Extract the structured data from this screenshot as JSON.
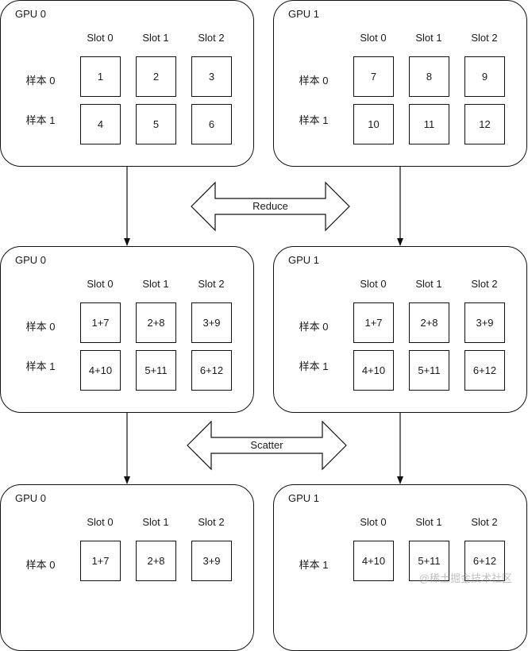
{
  "stages": [
    {
      "operation": "Reduce",
      "panels": [
        {
          "gpu": "GPU 0",
          "slots": [
            "Slot 0",
            "Slot 1",
            "Slot 2"
          ],
          "rows": [
            {
              "label": "样本 0",
              "cells": [
                "1",
                "2",
                "3"
              ]
            },
            {
              "label": "样本 1",
              "cells": [
                "4",
                "5",
                "6"
              ]
            }
          ]
        },
        {
          "gpu": "GPU 1",
          "slots": [
            "Slot 0",
            "Slot 1",
            "Slot 2"
          ],
          "rows": [
            {
              "label": "样本 0",
              "cells": [
                "7",
                "8",
                "9"
              ]
            },
            {
              "label": "样本 1",
              "cells": [
                "10",
                "11",
                "12"
              ]
            }
          ]
        }
      ]
    },
    {
      "operation": "Scatter",
      "panels": [
        {
          "gpu": "GPU 0",
          "slots": [
            "Slot 0",
            "Slot 1",
            "Slot 2"
          ],
          "rows": [
            {
              "label": "样本 0",
              "cells": [
                "1+7",
                "2+8",
                "3+9"
              ]
            },
            {
              "label": "样本 1",
              "cells": [
                "4+10",
                "5+11",
                "6+12"
              ]
            }
          ]
        },
        {
          "gpu": "GPU 1",
          "slots": [
            "Slot 0",
            "Slot 1",
            "Slot 2"
          ],
          "rows": [
            {
              "label": "样本 0",
              "cells": [
                "1+7",
                "2+8",
                "3+9"
              ]
            },
            {
              "label": "样本 1",
              "cells": [
                "4+10",
                "5+11",
                "6+12"
              ]
            }
          ]
        }
      ]
    },
    {
      "operation": "",
      "panels": [
        {
          "gpu": "GPU 0",
          "slots": [
            "Slot 0",
            "Slot 1",
            "Slot 2"
          ],
          "rows": [
            {
              "label": "样本 0",
              "cells": [
                "1+7",
                "2+8",
                "3+9"
              ]
            }
          ]
        },
        {
          "gpu": "GPU 1",
          "slots": [
            "Slot 0",
            "Slot 1",
            "Slot 2"
          ],
          "rows": [
            {
              "label": "样本 1",
              "cells": [
                "4+10",
                "5+11",
                "6+12"
              ]
            }
          ]
        }
      ]
    }
  ],
  "watermark": "@稀土掘金技术社区"
}
